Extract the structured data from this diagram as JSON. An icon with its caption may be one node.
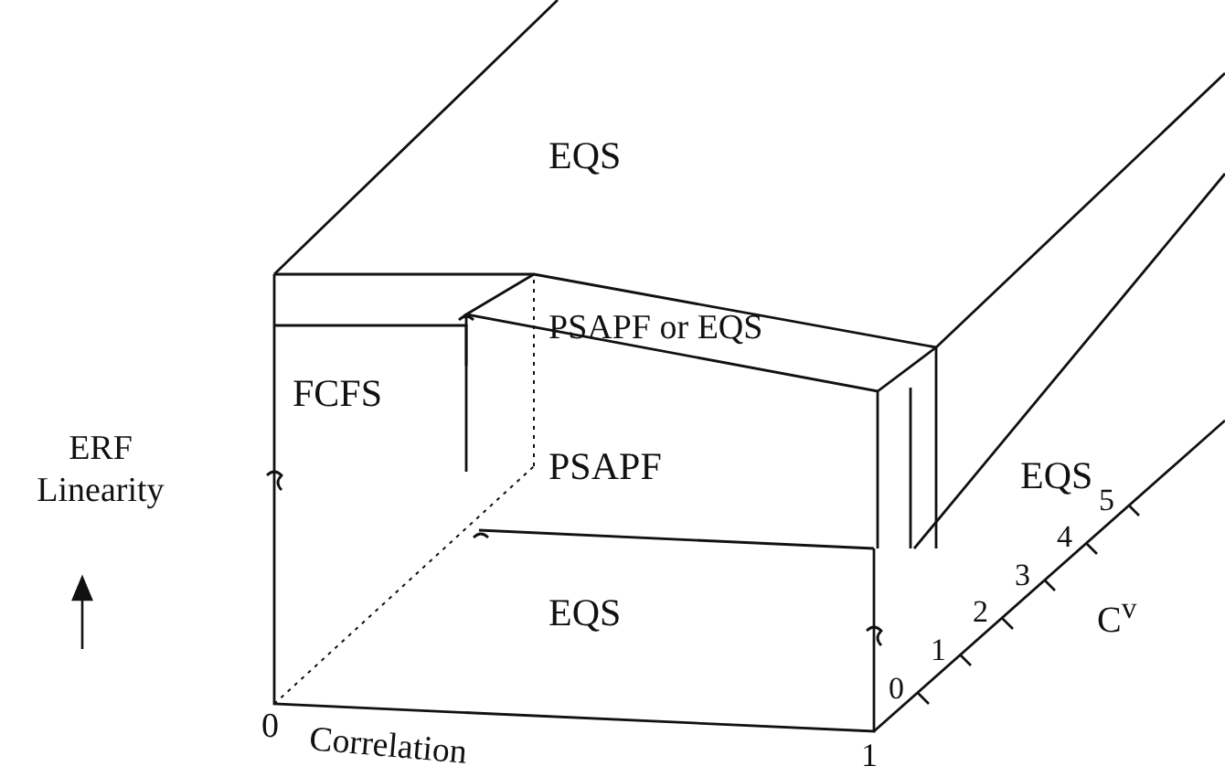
{
  "diagram": {
    "labels": [
      "EQS",
      "PSAPF or EQS",
      "FCFS",
      "PSAPF",
      "EQS",
      "ERF Linearity",
      "EQS",
      "0",
      "Correlation",
      "1",
      "0",
      "1",
      "2",
      "3",
      "4",
      "5",
      "C$^{v}$"
    ]
  }
}
